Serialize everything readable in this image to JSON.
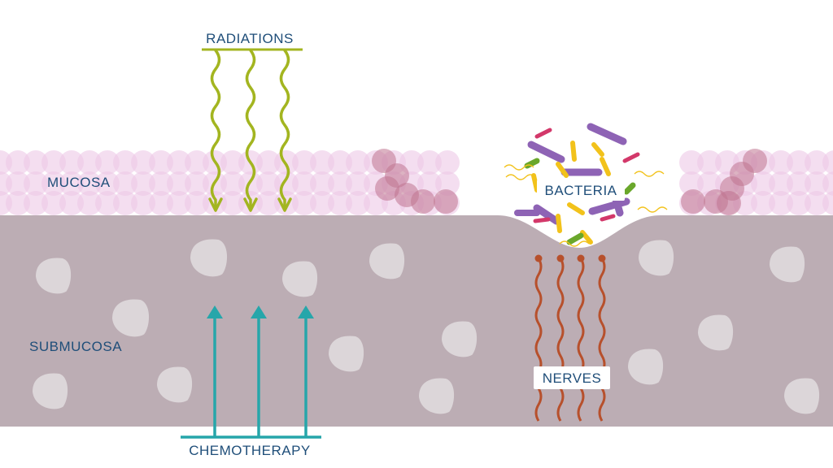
{
  "labels": {
    "radiations": "RADIATIONS",
    "mucosa": "MUCOSA",
    "bacteria": "BACTERIA",
    "submucosa": "SUBMUCOSA",
    "nerves": "NERVES",
    "chemotherapy": "CHEMOTHERAPY"
  },
  "colors": {
    "mucosa_fill": "#ecc8e6",
    "mucosa_dark": "#c07590",
    "submucosa_fill": "#bcadb4",
    "cell_fill": "#dcd6d9",
    "label_text": "#1f4e79",
    "radiation": "#a3b520",
    "chemotherapy": "#26a6aa",
    "nerves": "#b7502c",
    "bacteria_purple": "#8e63b5",
    "bacteria_yellow": "#f2c21b",
    "bacteria_green": "#6aa72b",
    "bacteria_pink": "#d3386a"
  },
  "icons": {
    "radiation": "wavy-down-arrow",
    "chemotherapy": "up-arrow",
    "nerves": "wavy-line",
    "bacteria": "rod-bacterium"
  }
}
